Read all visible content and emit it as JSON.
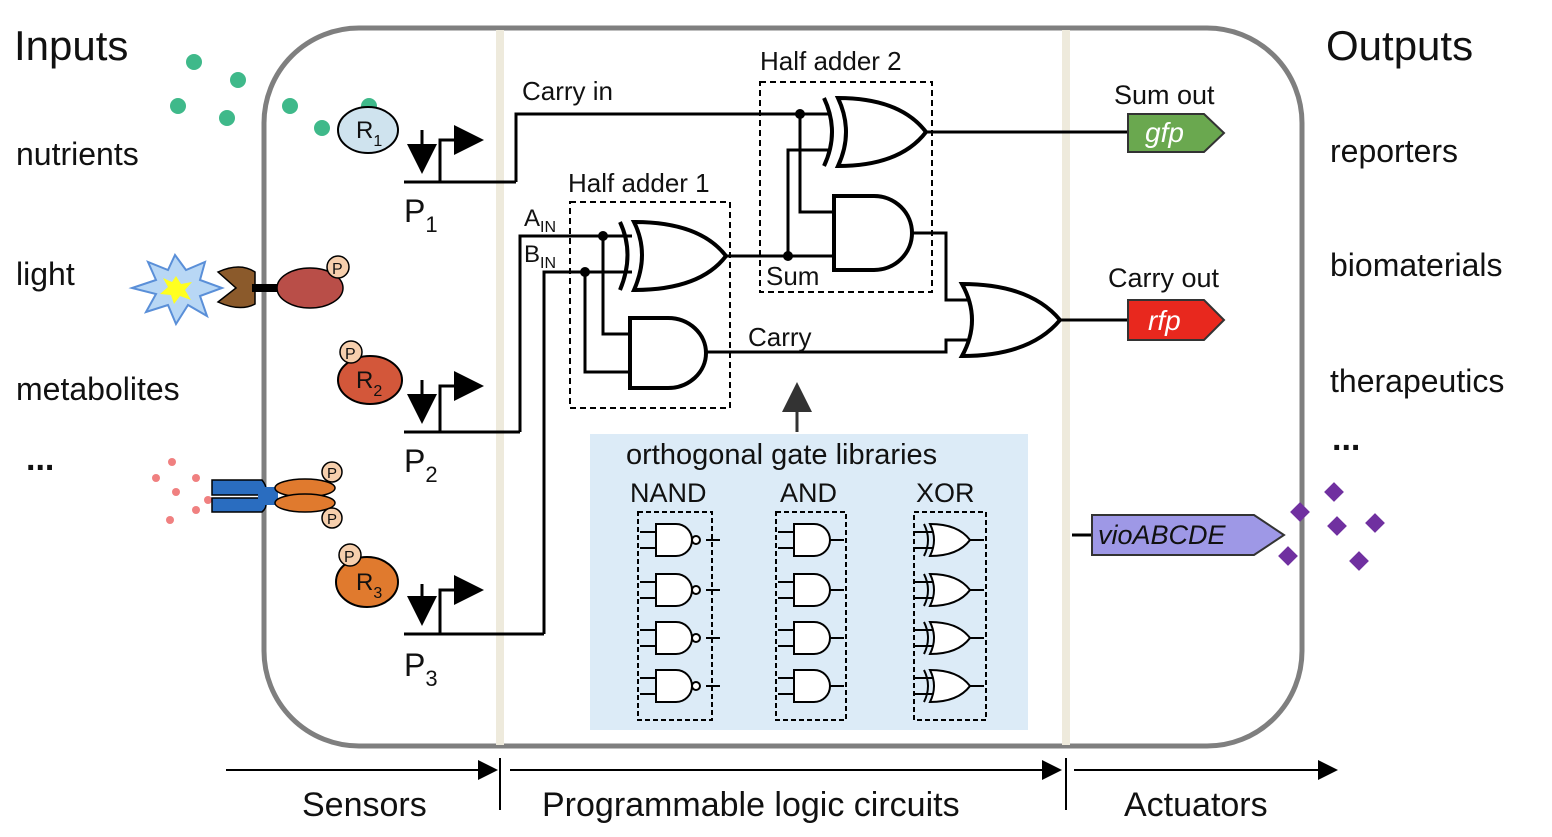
{
  "inputs": {
    "heading": "Inputs",
    "items": [
      "nutrients",
      "light",
      "metabolites",
      "..."
    ]
  },
  "outputs": {
    "heading": "Outputs",
    "items": [
      "reporters",
      "biomaterials",
      "therapeutics",
      "..."
    ]
  },
  "sensors": {
    "receptors": [
      {
        "label": "R",
        "sub": "1"
      },
      {
        "label": "R",
        "sub": "2"
      },
      {
        "label": "R",
        "sub": "3"
      }
    ],
    "phospho_label": "P",
    "promoters": [
      {
        "label": "P",
        "sub": "1"
      },
      {
        "label": "P",
        "sub": "2"
      },
      {
        "label": "P",
        "sub": "3"
      }
    ]
  },
  "circuit": {
    "carry_in": "Carry in",
    "half_adder_1": "Half adder 1",
    "half_adder_2": "Half adder 2",
    "a_in": {
      "label": "A",
      "sub": "IN"
    },
    "b_in": {
      "label": "B",
      "sub": "IN"
    },
    "sum": "Sum",
    "carry": "Carry",
    "sum_out": "Sum out",
    "carry_out": "Carry out"
  },
  "actuators": {
    "gfp": "gfp",
    "rfp": "rfp",
    "vio": "vioABCDE"
  },
  "gate_libraries": {
    "title": "orthogonal gate libraries",
    "columns": [
      "NAND",
      "AND",
      "XOR"
    ]
  },
  "stages": [
    "Sensors",
    "Programmable logic circuits",
    "Actuators"
  ],
  "colors": {
    "cell_border": "#7f7f7f",
    "divider": "#eeeadc",
    "library_bg": "#dcebf7",
    "gfp": "#6aa84f",
    "rfp": "#e8281e",
    "vio": "#9e98e6",
    "nutrient_dot": "#3fb98a",
    "pigment": "#7030a0",
    "r1": "#cfe3ee",
    "r2": "#d3573a",
    "r3": "#e07a2e",
    "phospho": "#f6cfad"
  }
}
